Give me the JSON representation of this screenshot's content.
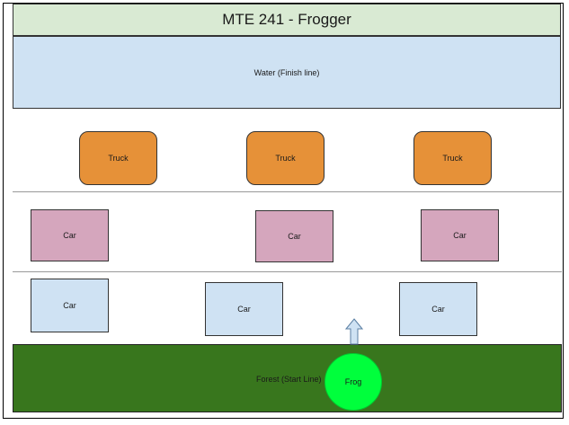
{
  "title": "MTE 241 - Frogger",
  "water": {
    "label": "Water (Finish line)"
  },
  "forest": {
    "label": "Forest (Start Line)"
  },
  "frog": {
    "label": "Frog"
  },
  "trucks": [
    {
      "label": "Truck"
    },
    {
      "label": "Truck"
    },
    {
      "label": "Truck"
    }
  ],
  "cars_row1": [
    {
      "label": "Car"
    },
    {
      "label": "Car"
    },
    {
      "label": "Car"
    }
  ],
  "cars_row2": [
    {
      "label": "Car"
    },
    {
      "label": "Car"
    },
    {
      "label": "Car"
    }
  ],
  "colors": {
    "title_bg": "#d9ead3",
    "water": "#cfe2f3",
    "truck": "#e69138",
    "car_pink": "#d5a6bd",
    "car_blue": "#cfe2f3",
    "forest": "#38761d",
    "frog": "#00ff3c"
  },
  "icons": {
    "move_arrow": "up-arrow-icon"
  }
}
